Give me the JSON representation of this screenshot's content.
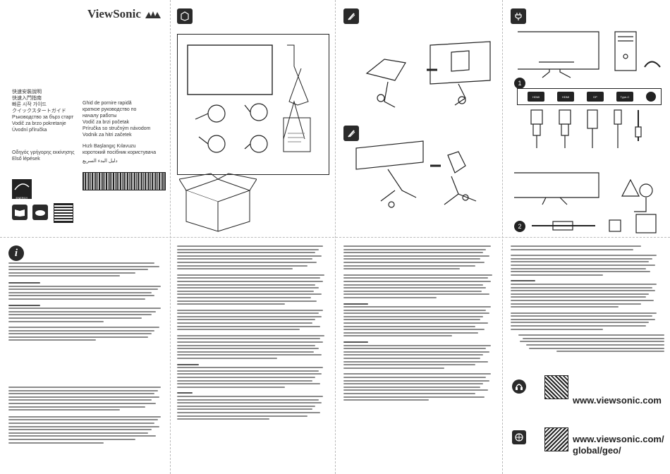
{
  "brand": {
    "name": "ViewSonic"
  },
  "title_block": {
    "langs_left": [
      "快速安裝說明",
      "快速入門指南",
      "빠른 시작 가이드",
      "クイックスタートガイド",
      "Ръководство за бърз старт",
      "Vodič za brzo pokretanje",
      "Úvodní příručka"
    ],
    "langs_right": [
      "Ghid de pornire rapidă",
      "краткое руководство по",
      "началу работы",
      "Vodič za brzi početak",
      "Príručka so stručným návodom",
      "Vodnik za hitri začetek"
    ],
    "langs_bottom_left": [
      "Οδηγός γρήγορης εκκίνησης",
      "Első lépések"
    ],
    "langs_bottom_right": [
      "Hızlı Başlangıç Kılavuzu",
      "коротокий посібник користувача"
    ],
    "arabic": "دليل البدء السريع",
    "energy_star": "ENERGY STAR"
  },
  "icons": {
    "box": "box-icon",
    "screwdriver": "screwdriver-icon",
    "plug": "power-plug-icon",
    "info": "info-icon",
    "headset": "headset-icon",
    "globe_box": "globe-box-icon"
  },
  "steps": {
    "assemble_1": "1",
    "assemble_2": "2"
  },
  "ports": [
    "HDMI",
    "HDMI",
    "DP",
    "Type-C",
    ""
  ],
  "links": {
    "main": "www.viewsonic.com",
    "global_line1": "www.viewsonic.com/",
    "global_line2": "global/geo/"
  },
  "colors": {
    "dark": "#222222",
    "text_gray": "#8a8a8a"
  }
}
